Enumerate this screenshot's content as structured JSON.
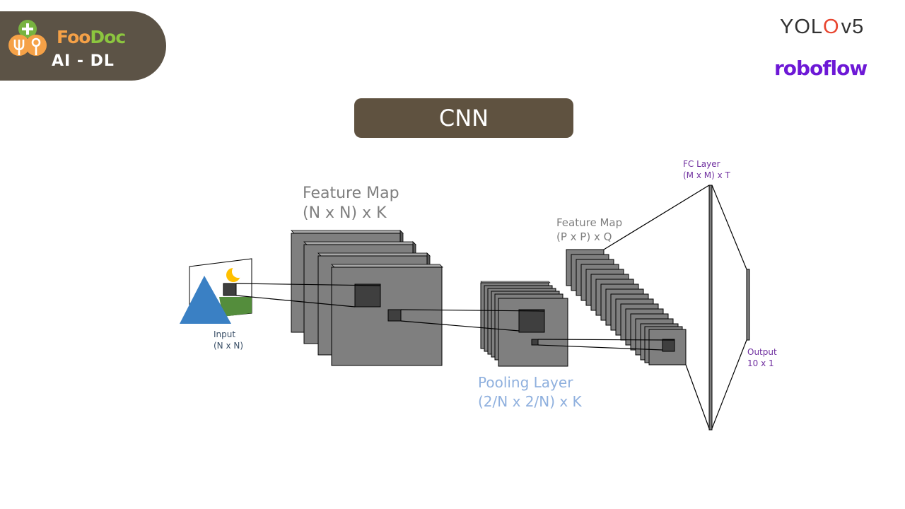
{
  "brand": {
    "name_part1": "Foo",
    "name_part2": "Doc",
    "subtitle": "AI - DL",
    "color_part1": "#f5a147",
    "color_part2": "#8cc63f",
    "logo_icon": "fork-spoon-plus-logo-icon"
  },
  "partners": {
    "yolo_prefix": "YOL",
    "yolo_mark": "O",
    "yolo_version": "v5",
    "roboflow": "roboflow"
  },
  "title": "CNN",
  "diagram": {
    "input_label": "Input\n(N x N)",
    "feature_map_1_label": "Feature Map\n(N x N) x K",
    "feature_map_2_label": "Feature Map\n(P x P) x Q",
    "pooling_label": "Pooling Layer\n(2/N x 2/N) x K",
    "fc_label": "FC Layer\n(M x M) x T",
    "output_label": "Output\n10 x 1",
    "colors": {
      "layer_fill": "#7f7f7f",
      "kernel_fill": "#3f3f3f",
      "mountain_blue": "#3a80c4",
      "mountain_green": "#548d3c",
      "moon": "#ffc000"
    }
  }
}
